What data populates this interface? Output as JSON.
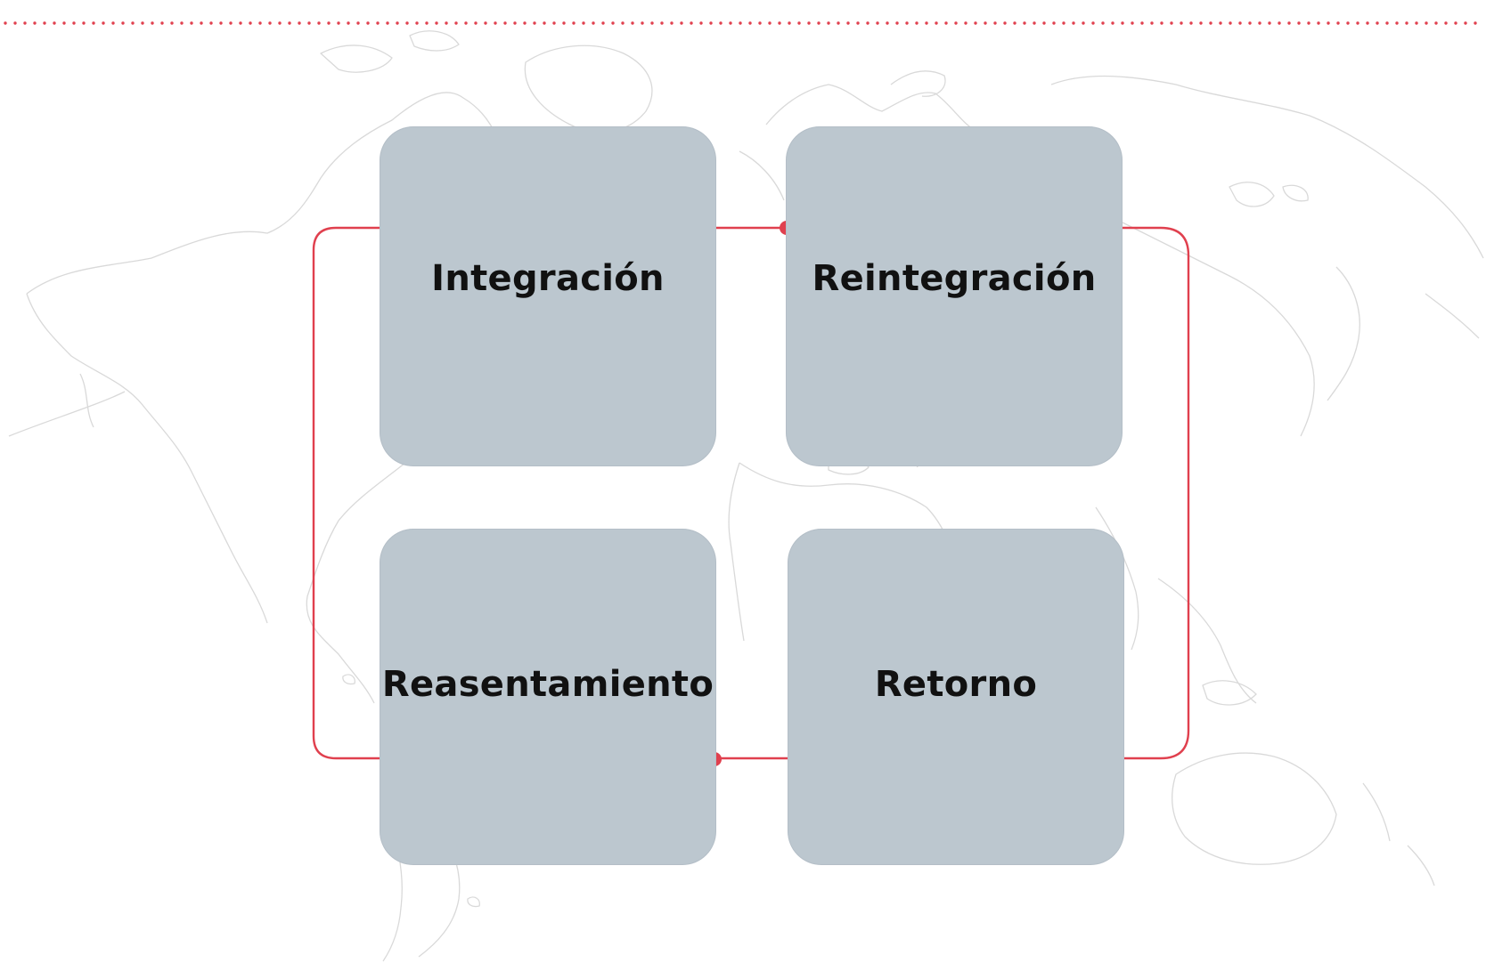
{
  "colors": {
    "accent": "#e0404e",
    "box": "#bcc7cf",
    "map_line": "#d6d6d6"
  },
  "diagram": {
    "nodes": {
      "integracion": "Integración",
      "reintegracion": "Reintegración",
      "reasentamiento": "Reasentamiento",
      "retorno": "Retorno"
    },
    "cycle": [
      "Integración",
      "Reintegración",
      "Retorno",
      "Reasentamiento"
    ]
  }
}
